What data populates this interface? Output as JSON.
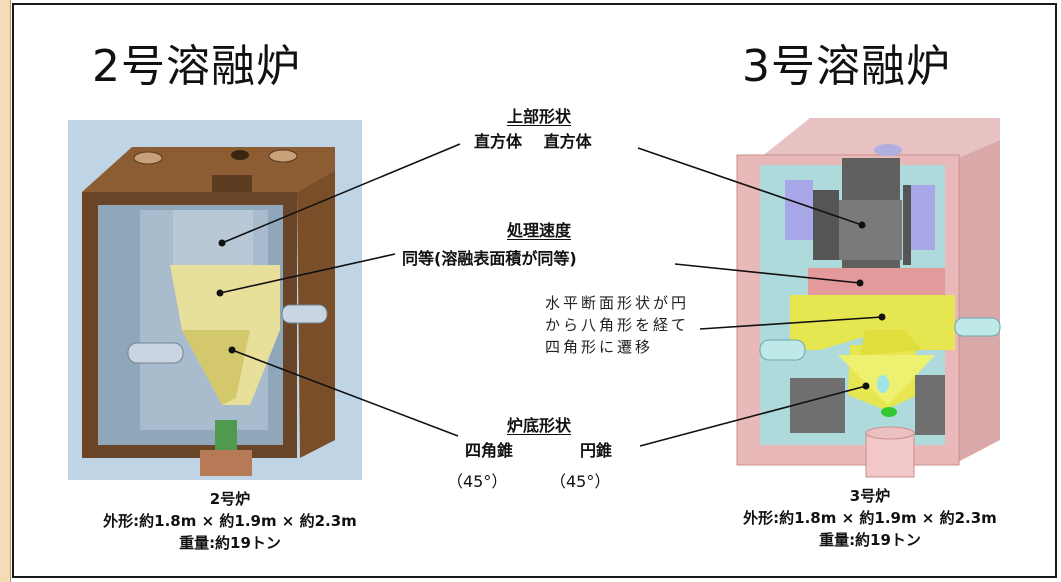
{
  "left": {
    "title": "2号溶融炉",
    "caption": {
      "name": "2号炉",
      "dims": "外形:約1.8m × 約1.9m × 約2.3m",
      "weight": "重量:約19トン"
    }
  },
  "right": {
    "title": "3号溶融炉",
    "caption": {
      "name": "3号炉",
      "dims": "外形:約1.8m × 約1.9m × 約2.3m",
      "weight": "重量:約19トン"
    }
  },
  "center": {
    "top_shape": {
      "heading": "上部形状",
      "value": "直方体　 直方体"
    },
    "speed": {
      "heading": "処理速度",
      "value": "同等(溶融表面積が同等)"
    },
    "transition_note": [
      "水平断面形状が円",
      "から八角形を経て",
      "四角形に遷移"
    ],
    "bottom_shape": {
      "heading": "炉底形状",
      "left_value": "四角錐",
      "right_value": "円錐",
      "left_angle": "（45°）",
      "right_angle": "（45°）"
    }
  },
  "colors": {
    "left_casing": "#8a5a30",
    "left_interior": "#9fb4c6",
    "left_melt": "#e8e09a",
    "right_casing": "#e9b9b9",
    "right_interior": "#a9dedf",
    "right_melt": "#e6e650",
    "right_melt_top": "#e49a9a"
  }
}
